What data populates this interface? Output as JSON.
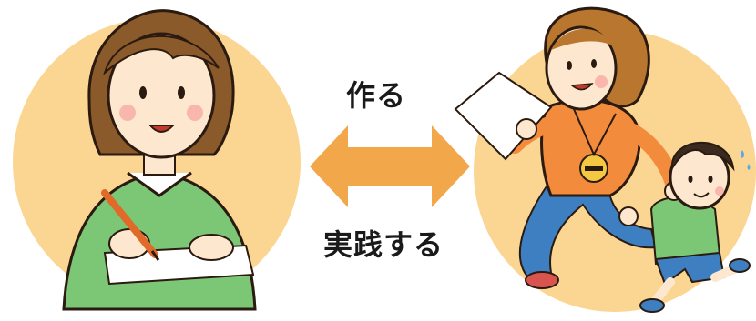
{
  "labels": {
    "top": "作る",
    "bottom": "実践する"
  },
  "colors": {
    "circle_bg": "#fbd592",
    "arrow": "#f2a74a",
    "skin": "#fde7cf",
    "hair": "#8b5a2b",
    "shirt_green": "#7cc776",
    "shirt_orange": "#f28b3c",
    "pants_blue": "#3d7fc1",
    "outline": "#2a1a10"
  },
  "icons": {
    "left_illustration": "person-writing-illustration",
    "right_illustration": "teacher-child-running-illustration",
    "arrow": "double-arrow-icon"
  }
}
